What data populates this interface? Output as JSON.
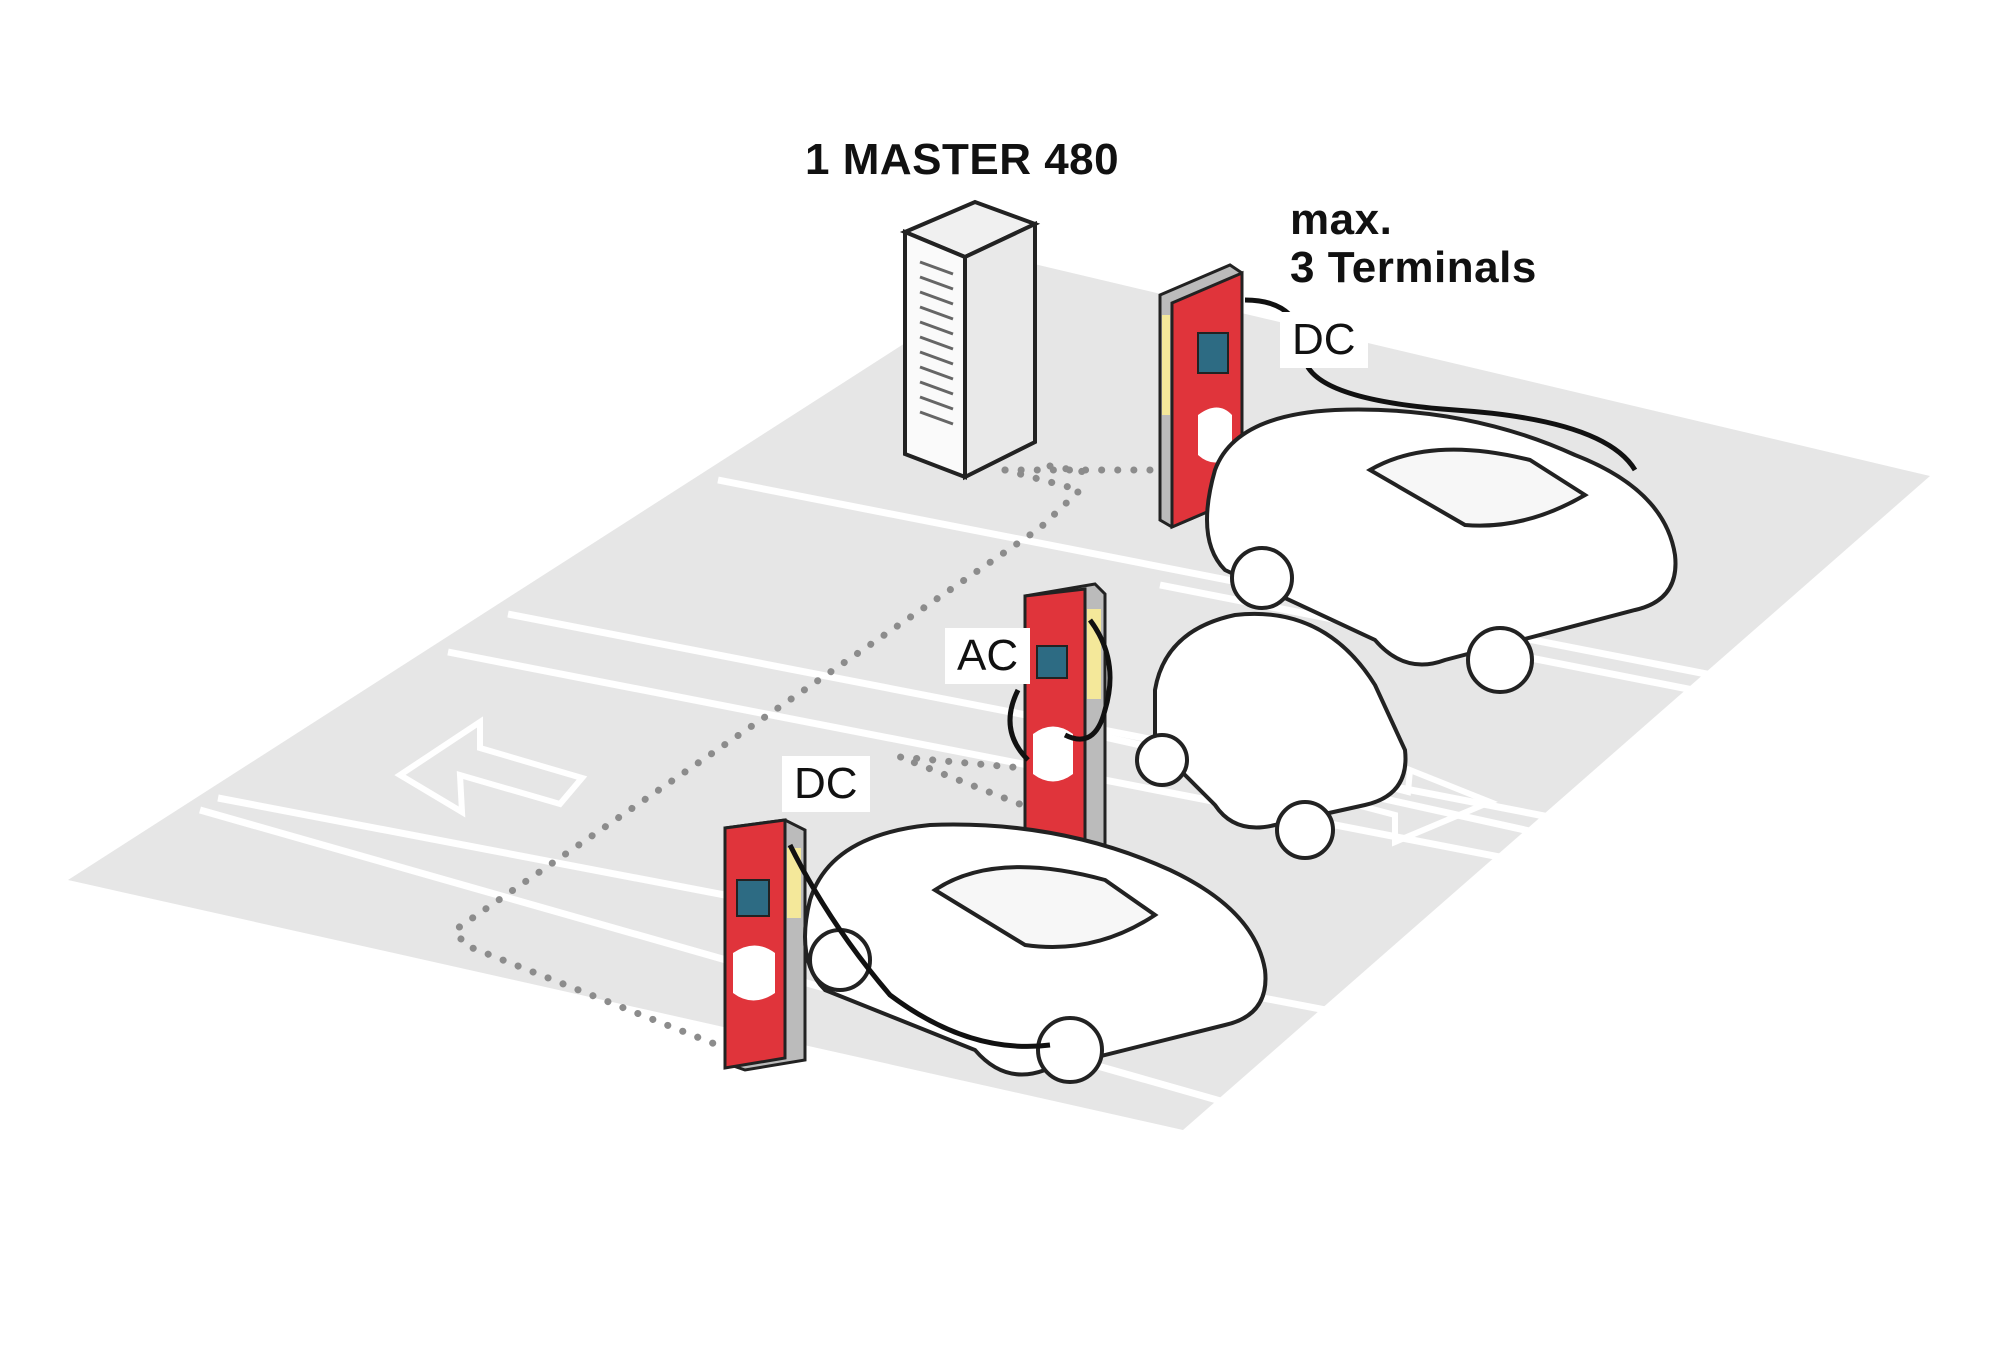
{
  "labels": {
    "master": "1 MASTER 480",
    "terminals_line1": "max.",
    "terminals_line2": "3 Terminals",
    "dc_top": "DC",
    "ac": "AC",
    "dc_bottom": "DC"
  },
  "colors": {
    "terminal_red": "#e0343b",
    "parking_grey": "#e6e6e6",
    "lane_line": "#ffffff",
    "outline": "#222222",
    "connection_dots": "#8c8c8c"
  },
  "icons": {
    "master_unit": "server-cabinet-icon",
    "terminal": "charging-terminal-icon",
    "car": "car-icon",
    "arrow": "direction-arrow-icon"
  }
}
